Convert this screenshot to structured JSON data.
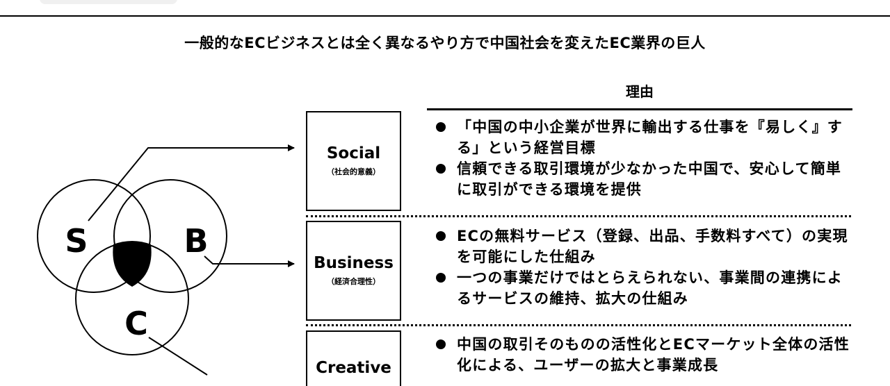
{
  "title": "一般的なECビジネスとは全く異なるやり方で中国社会を変えたEC業界の巨人",
  "reason_heading": "理由",
  "venn": {
    "labels": [
      "S",
      "B",
      "C"
    ]
  },
  "categories": [
    {
      "name": "Social",
      "sub": "（社会的意義）",
      "reasons": [
        "「中国の中小企業が世界に輸出する仕事を『易しく』する」という経営目標",
        "信頼できる取引環境が少なかった中国で、安心して簡単に取引ができる環境を提供"
      ]
    },
    {
      "name": "Business",
      "sub": "（経済合理性）",
      "reasons": [
        "ECの無料サービス（登録、出品、手数料すべて）の実現を可能にした仕組み",
        "一つの事業だけではとらえられない、事業間の連携によるサービスの維持、拡大の仕組み"
      ]
    },
    {
      "name": "Creative",
      "sub": "",
      "reasons": [
        "中国の取引そのものの活性化とECマーケット全体の活性化による、ユーザーの拡大と事業成長"
      ]
    }
  ]
}
